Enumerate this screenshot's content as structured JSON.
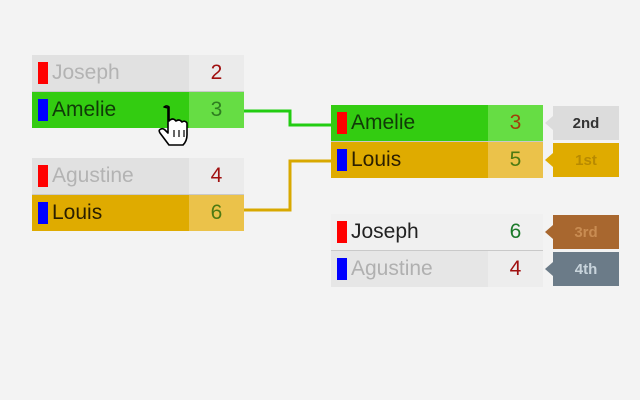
{
  "colors": {
    "background": "#f3f3f3",
    "winner_green": "#33cc11",
    "winner_gold": "#dfab00",
    "flag_red": "#ff0000",
    "flag_blue": "#0000ff",
    "badge_2nd": "#dcdcdc",
    "badge_1st": "#dfab00",
    "badge_3rd": "#a8672f",
    "badge_4th": "#6b7b88"
  },
  "round1": [
    {
      "teams": [
        {
          "name": "Joseph",
          "score": "2",
          "flag": "red",
          "state": "loser"
        },
        {
          "name": "Amelie",
          "score": "3",
          "flag": "blue",
          "state": "winner"
        }
      ]
    },
    {
      "teams": [
        {
          "name": "Agustine",
          "score": "4",
          "flag": "red",
          "state": "loser"
        },
        {
          "name": "Louis",
          "score": "6",
          "flag": "blue",
          "state": "winner"
        }
      ]
    }
  ],
  "final": {
    "teams": [
      {
        "name": "Amelie",
        "score": "3",
        "flag": "red",
        "badge": "2nd"
      },
      {
        "name": "Louis",
        "score": "5",
        "flag": "blue",
        "badge": "1st"
      }
    ]
  },
  "third_place": {
    "teams": [
      {
        "name": "Joseph",
        "score": "6",
        "flag": "red",
        "badge": "3rd"
      },
      {
        "name": "Agustine",
        "score": "4",
        "flag": "blue",
        "badge": "4th"
      }
    ]
  }
}
